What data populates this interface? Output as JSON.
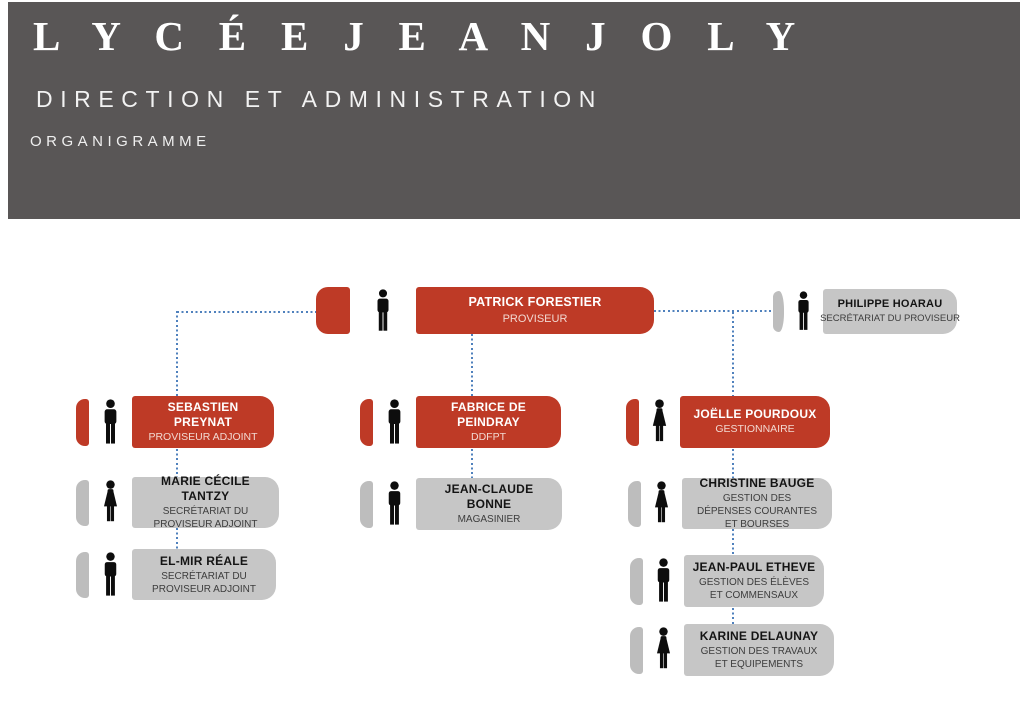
{
  "header": {
    "title": "L Y C É E  J E A N  J O L Y",
    "subtitle": "DIRECTION ET ADMINISTRATION",
    "caption": "ORGANIGRAMME"
  },
  "colors": {
    "header_bg": "#595656",
    "accent_red": "#BE3A26",
    "box_gray": "#C6C6C6",
    "crescent_gray": "#BDBDBD",
    "connector_blue": "#4F81BD"
  },
  "org": {
    "nodes": [
      {
        "id": "forestier",
        "name": "PATRICK FORESTIER",
        "role": "PROVISEUR",
        "variant": "red",
        "icon": "male-person-icon",
        "reports_to": null
      },
      {
        "id": "hoarau",
        "name": "PHILIPPE HOARAU",
        "role": "SECRÉTARIAT DU PROVISEUR",
        "variant": "gray",
        "icon": "male-person-icon",
        "reports_to": "forestier"
      },
      {
        "id": "preynat",
        "name": "SEBASTIEN PREYNAT",
        "role": "PROVISEUR ADJOINT",
        "variant": "red",
        "icon": "male-person-icon",
        "reports_to": "forestier"
      },
      {
        "id": "tantzy",
        "name": "MARIE CÉCILE TANTZY",
        "role": "SECRÉTARIAT DU PROVISEUR ADJOINT",
        "variant": "gray",
        "icon": "female-person-icon",
        "reports_to": "preynat"
      },
      {
        "id": "reale",
        "name": "EL-MIR RÉALE",
        "role": "SECRÉTARIAT DU PROVISEUR ADJOINT",
        "variant": "gray",
        "icon": "male-person-icon",
        "reports_to": "preynat"
      },
      {
        "id": "peindray",
        "name": "FABRICE DE PEINDRAY",
        "role": "DDFPT",
        "variant": "red",
        "icon": "male-person-icon",
        "reports_to": "forestier"
      },
      {
        "id": "bonne",
        "name": "JEAN-CLAUDE BONNE",
        "role": "MAGASINIER",
        "variant": "gray",
        "icon": "male-person-icon",
        "reports_to": "peindray"
      },
      {
        "id": "pourdoux",
        "name": "JOËLLE POURDOUX",
        "role": "GESTIONNAIRE",
        "variant": "red",
        "icon": "female-person-icon",
        "reports_to": "forestier"
      },
      {
        "id": "bauge",
        "name": "CHRISTINE BAUGE",
        "role": "GESTION DES DÉPENSES COURANTES ET BOURSES",
        "variant": "gray",
        "icon": "female-person-icon",
        "reports_to": "pourdoux"
      },
      {
        "id": "etheve",
        "name": "JEAN-PAUL ETHEVE",
        "role": "GESTION DES ÉLÈVES ET COMMENSAUX",
        "variant": "gray",
        "icon": "male-person-icon",
        "reports_to": "pourdoux"
      },
      {
        "id": "delaunay",
        "name": "KARINE DELAUNAY",
        "role": "GESTION DES TRAVAUX ET EQUIPEMENTS",
        "variant": "gray",
        "icon": "female-person-icon",
        "reports_to": "pourdoux"
      }
    ]
  }
}
